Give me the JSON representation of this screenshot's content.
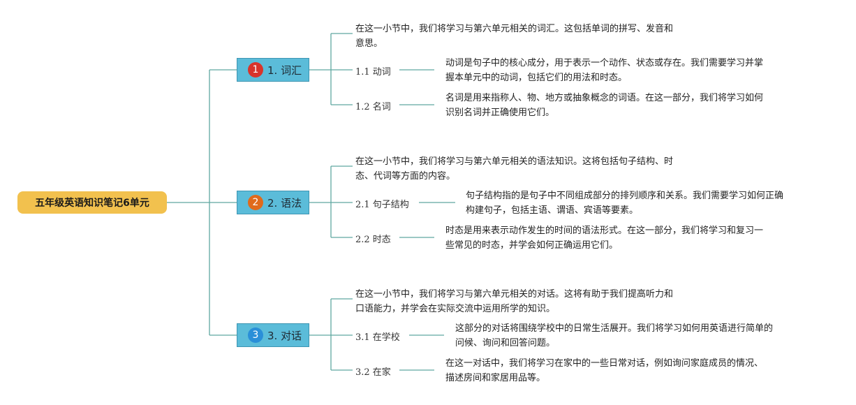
{
  "root": {
    "label": "五年级英语知识笔记6单元"
  },
  "branches": [
    {
      "number": "1",
      "label": "1. 词汇",
      "badge_color": "#d9342b",
      "intro": [
        "在这一小节中，我们将学习与第六单元相关的词汇。这包括单词的拼写、发音和",
        "意思。"
      ],
      "subs": [
        {
          "label": "1.1 动词",
          "desc": [
            "动词是句子中的核心成分，用于表示一个动作、状态或存在。我们需要学习并掌",
            "握本单元中的动词，包括它们的用法和时态。"
          ]
        },
        {
          "label": "1.2 名词",
          "desc": [
            "名词是用来指称人、物、地方或抽象概念的词语。在这一部分，我们将学习如何",
            "识别名词并正确使用它们。"
          ]
        }
      ]
    },
    {
      "number": "2",
      "label": "2. 语法",
      "badge_color": "#e06a1c",
      "intro": [
        "在这一小节中，我们将学习与第六单元相关的语法知识。这将包括句子结构、时",
        "态、代词等方面的内容。"
      ],
      "subs": [
        {
          "label": "2.1 句子结构",
          "desc": [
            "句子结构指的是句子中不同组成部分的排列顺序和关系。我们需要学习如何正确",
            "构建句子，包括主语、谓语、宾语等要素。"
          ]
        },
        {
          "label": "2.2 时态",
          "desc": [
            "时态是用来表示动作发生的时间的语法形式。在这一部分，我们将学习和复习一",
            "些常见的时态，并学会如何正确运用它们。"
          ]
        }
      ]
    },
    {
      "number": "3",
      "label": "3. 对话",
      "badge_color": "#2a8fd8",
      "intro": [
        "在这一小节中，我们将学习与第六单元相关的对话。这将有助于我们提高听力和",
        "口语能力，并学会在实际交流中运用所学的知识。"
      ],
      "subs": [
        {
          "label": "3.1 在学校",
          "desc": [
            "这部分的对话将围绕学校中的日常生活展开。我们将学习如何用英语进行简单的",
            "问候、询问和回答问题。"
          ]
        },
        {
          "label": "3.2 在家",
          "desc": [
            "在这一对话中，我们将学习在家中的一些日常对话，例如询问家庭成员的情况、",
            "描述房间和家居用品等。"
          ]
        }
      ]
    }
  ]
}
